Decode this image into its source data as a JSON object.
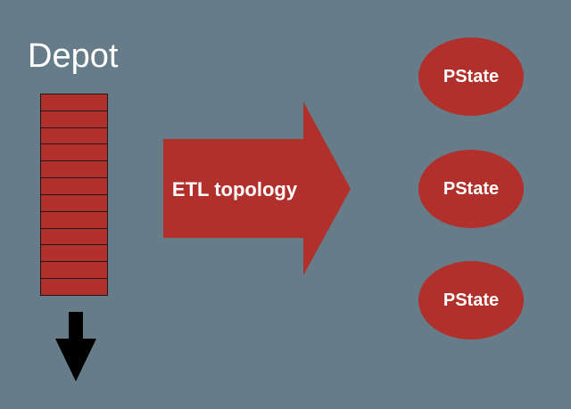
{
  "depot": {
    "title": "Depot",
    "segment_count": 12
  },
  "topology": {
    "label": "ETL topology"
  },
  "pstates": [
    {
      "label": "PState"
    },
    {
      "label": "PState"
    },
    {
      "label": "PState"
    }
  ],
  "colors": {
    "background": "#667c88",
    "accent_red": "#b1302c",
    "text": "#ffffff",
    "outline": "#1a1a1a",
    "down_arrow": "#000000"
  }
}
